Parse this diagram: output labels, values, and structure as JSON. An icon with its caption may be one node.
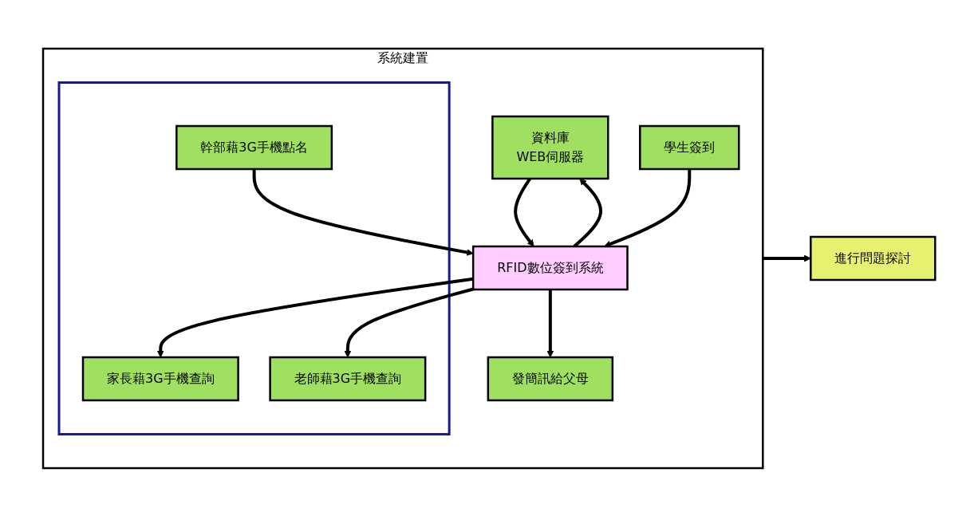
{
  "diagram": {
    "nodes": [
      {
        "text": [
          "系統建置"
        ]
      },
      {
        "text": [
          "資料庫",
          "WEB伺服器"
        ],
        "in": 0
      },
      {
        "text": [
          "RFID數位簽到系統"
        ],
        "in": 0
      },
      {
        "text": [
          "發簡訊給父母"
        ],
        "in": 0
      },
      {
        "text": [],
        "shape": "box",
        "in": 0
      },
      {
        "text": [
          "家長藉3G手機查詢"
        ],
        "in": 4
      },
      {
        "text": [
          "老師藉3G手機查詢"
        ],
        "in": 4
      },
      {
        "text": [
          "幹部藉3G手機點名"
        ],
        "in": 4
      },
      {
        "text": [
          "學生簽到"
        ],
        "in": 0
      },
      {
        "text": [
          "進行問題探討"
        ]
      }
    ],
    "edges": [
      {
        "from": 1,
        "to": 2,
        "arrow": "to"
      },
      {
        "from": 2,
        "to": 1,
        "arrow": "to"
      },
      {
        "from": 8,
        "to": 2,
        "arrow": "to"
      },
      {
        "from": 2,
        "to": 3,
        "arrow": "to"
      },
      {
        "from": 2,
        "to": 5,
        "arrow": "to"
      },
      {
        "from": 2,
        "to": 6,
        "arrow": "to"
      },
      {
        "from": 7,
        "to": 2,
        "arrow": "to"
      },
      {
        "from": 0,
        "to": 9,
        "arrow": "to"
      }
    ]
  }
}
